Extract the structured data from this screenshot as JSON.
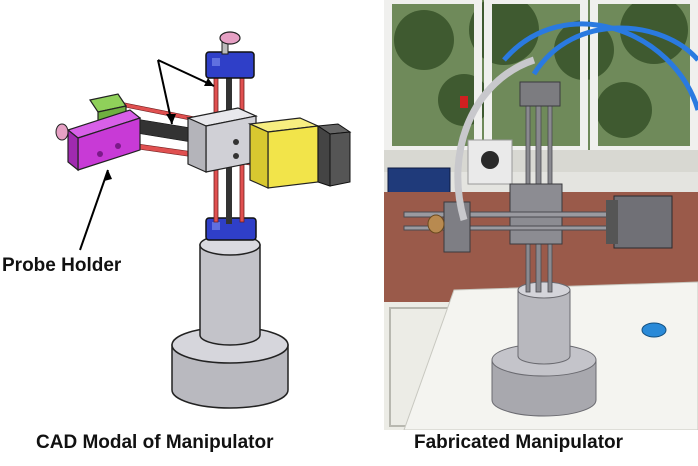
{
  "figure": {
    "labels": {
      "probe_holder": "Probe Holder"
    },
    "captions": {
      "cad": "CAD Modal of Manipulator",
      "fabricated": "Fabricated  Manipulator"
    }
  },
  "colors": {
    "base_gray": "#c9c9cf",
    "magenta_holder": "#c83ad6",
    "green_block": "#8fd05a",
    "blue_clamp": "#2f3fc8",
    "red_rod": "#e05050",
    "yellow_motor": "#f2e44a",
    "pink_knob": "#e6a0c4"
  }
}
